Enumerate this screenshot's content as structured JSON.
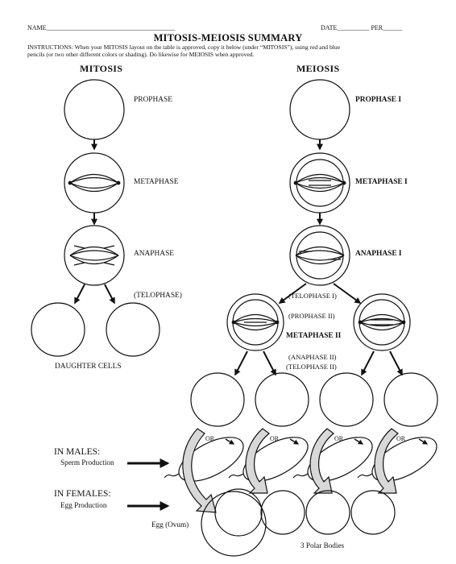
{
  "header": {
    "name_label": "NAME________________________________________",
    "date_label": "DATE__________ PER______"
  },
  "title": "MITOSIS-MEIOSIS SUMMARY",
  "instructions_line1": "INSTRUCTIONS:  When your MITOSIS layout on the table is approved, copy it below (under “MITOSIS”), using red and blue",
  "instructions_line2": "pencils (or two other different colors or shading).  Do likewise for MEIOSIS when approved.",
  "mitosis": {
    "heading": "MITOSIS",
    "prophase": "PROPHASE",
    "metaphase": "METAPHASE",
    "anaphase": "ANAPHASE",
    "telophase": "(TELOPHASE)",
    "daughter_cells": "DAUGHTER CELLS"
  },
  "meiosis": {
    "heading": "MEIOSIS",
    "prophase1": "PROPHASE  I",
    "metaphase1": "METAPHASE  I",
    "anaphase1": "ANAPHASE  I",
    "telophase1": "(TELOPHASE I)",
    "prophase2": "(PROPHASE II)",
    "metaphase2": "METAPHASE II",
    "anaphase2": "(ANAPHASE II)",
    "telophase2": "(TELOPHASE II)",
    "or_labels": [
      "OR",
      "OR",
      "OR",
      "OR"
    ],
    "egg": "Egg (Ovum)",
    "polar_bodies": "3 Polar Bodies"
  },
  "males": {
    "heading": "IN MALES:",
    "sub": "Sperm Production"
  },
  "females": {
    "heading": "IN FEMALES:",
    "sub": "Egg Production"
  }
}
